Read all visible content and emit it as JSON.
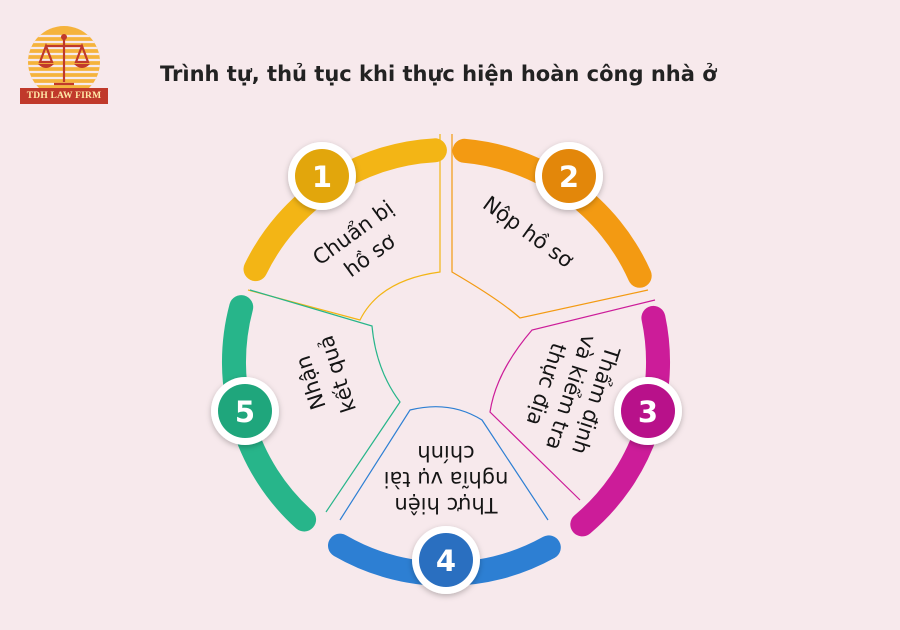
{
  "logo": {
    "text": "TDH LAW FIRM",
    "colors": {
      "primary": "#c0392b",
      "gold": "#f5b33c"
    }
  },
  "title": "Trình tự, thủ tục khi thực hiện hoàn công nhà ở",
  "steps": [
    {
      "number": "1",
      "lines": [
        "Chuẩn bị",
        "hồ sơ"
      ],
      "color": "#f3b515",
      "badge": "#e2a60c"
    },
    {
      "number": "2",
      "lines": [
        "Nộp hồ sơ"
      ],
      "color": "#f39a12",
      "badge": "#e3870a"
    },
    {
      "number": "3",
      "lines": [
        "Thẩm định",
        "và kiểm tra",
        "thực địa"
      ],
      "color": "#cc1c99",
      "badge": "#b8118a"
    },
    {
      "number": "4",
      "lines": [
        "Thực hiện",
        "nghĩa vụ tài",
        "chính"
      ],
      "color": "#2d7fd3",
      "badge": "#2a6fc0"
    },
    {
      "number": "5",
      "lines": [
        "Nhận",
        "kết quả"
      ],
      "color": "#27b58a",
      "badge": "#1fa67c"
    }
  ]
}
